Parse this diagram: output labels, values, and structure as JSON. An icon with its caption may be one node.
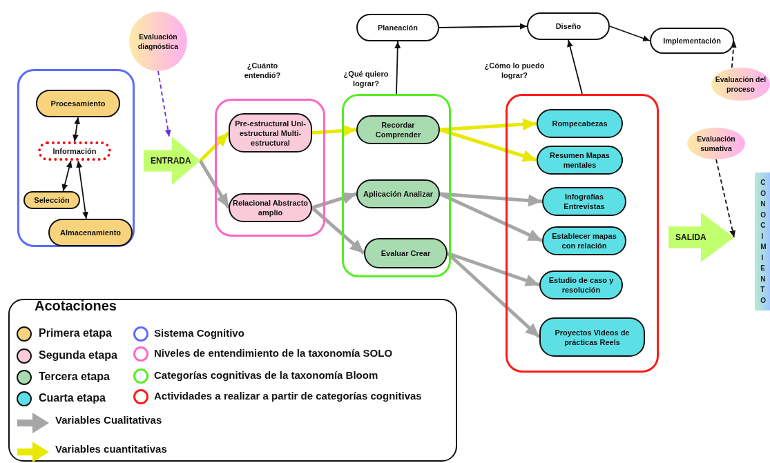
{
  "diagram": {
    "nodes": [
      {
        "text": [],
        "shape": "box"
      },
      {
        "text": [
          "Procesamiento"
        ],
        "in": 0
      },
      {
        "text": [
          "Información"
        ],
        "in": 0
      },
      {
        "text": [
          "Selección"
        ],
        "in": 0
      },
      {
        "text": [
          "Almacenamiento"
        ],
        "in": 0
      },
      {
        "text": [
          "Evaluación diagnóstica"
        ]
      },
      {
        "text": [
          "ENTRADA"
        ]
      },
      {
        "text": [],
        "shape": "box"
      },
      {
        "text": [
          "Pre-estructural Uni-estructural Multi-estructural"
        ],
        "in": 7
      },
      {
        "text": [
          "Relacional Abstracto amplio"
        ],
        "in": 7
      },
      {
        "text": [],
        "shape": "box"
      },
      {
        "text": [
          "Recordar Comprender"
        ],
        "in": 10
      },
      {
        "text": [
          "Aplicación Analizar"
        ],
        "in": 10
      },
      {
        "text": [
          "Evaluar Crear"
        ],
        "in": 10
      },
      {
        "text": [
          "Planeación"
        ]
      },
      {
        "text": [
          "Diseño"
        ]
      },
      {
        "text": [
          "Implementación"
        ]
      },
      {
        "text": [
          "Evaluación del proceso"
        ]
      },
      {
        "text": [],
        "shape": "box"
      },
      {
        "text": [
          "Rompecabezas"
        ],
        "in": 18
      },
      {
        "text": [
          "Resumen Mapas mentales"
        ],
        "in": 18
      },
      {
        "text": [
          "Infografías Entrevistas"
        ],
        "in": 18
      },
      {
        "text": [
          "Establecer mapas con relación"
        ],
        "in": 18
      },
      {
        "text": [
          "Estudio de caso y resolución"
        ],
        "in": 18
      },
      {
        "text": [
          "Proyectos Videos de prácticas Reels"
        ],
        "in": 18
      },
      {
        "text": [
          "Evaluación sumativa"
        ]
      },
      {
        "text": [
          "SALIDA"
        ]
      },
      {
        "text": [
          "CONOCIMIENTO"
        ]
      }
    ],
    "edges": [
      {
        "from": 1,
        "to": 2,
        "arrow": "both"
      },
      {
        "from": 2,
        "to": 3,
        "arrow": "both"
      },
      {
        "from": 2,
        "to": 4,
        "arrow": "both"
      },
      {
        "from": 5,
        "to": 6,
        "arrow": "to",
        "style": "dashed",
        "color": "#6a2ee8"
      },
      {
        "from": 6,
        "to": 8,
        "arrow": "to",
        "color": "#e8e800"
      },
      {
        "from": 6,
        "to": 9,
        "arrow": "to",
        "color": "#a6a6a6"
      },
      {
        "from": 8,
        "to": 11,
        "arrow": "to",
        "color": "#e8e800"
      },
      {
        "from": 9,
        "to": 12,
        "arrow": "to",
        "color": "#a6a6a6"
      },
      {
        "from": 9,
        "to": 13,
        "arrow": "to",
        "color": "#a6a6a6"
      },
      {
        "from": 11,
        "to": 19,
        "arrow": "to",
        "color": "#e8e800"
      },
      {
        "from": 11,
        "to": 20,
        "arrow": "to",
        "color": "#e8e800"
      },
      {
        "from": 12,
        "to": 21,
        "arrow": "to",
        "color": "#a6a6a6"
      },
      {
        "from": 12,
        "to": 22,
        "arrow": "to",
        "color": "#a6a6a6"
      },
      {
        "from": 13,
        "to": 23,
        "arrow": "to",
        "color": "#a6a6a6"
      },
      {
        "from": 13,
        "to": 24,
        "arrow": "to",
        "color": "#a6a6a6"
      },
      {
        "from": 10,
        "to": 14,
        "arrow": "to"
      },
      {
        "from": 18,
        "to": 15,
        "arrow": "to"
      },
      {
        "from": 14,
        "to": 15,
        "arrow": "to"
      },
      {
        "from": 15,
        "to": 16,
        "arrow": "to"
      },
      {
        "from": 17,
        "to": 16,
        "arrow": "to",
        "style": "dashed"
      },
      {
        "from": 25,
        "to": 26,
        "arrow": "to",
        "style": "dashed"
      }
    ],
    "labels": [
      "¿Cuánto entendió?",
      "¿Qué quiero lograr?",
      "¿Cómo lo puedo lograr?",
      "Acotaciones"
    ],
    "legend": [
      {
        "text": "Primera etapa",
        "color": "#f7d37e"
      },
      {
        "text": "Segunda etapa",
        "color": "#f9cad8"
      },
      {
        "text": "Tercera etapa",
        "color": "#a8dbb0"
      },
      {
        "text": "Cuarta etapa",
        "color": "#5ce0e6"
      },
      {
        "text": "Sistema Cognitivo",
        "color": "#5b6cff"
      },
      {
        "text": "Niveles de entendimiento de la taxonomía SOLO",
        "color": "#ff66c4"
      },
      {
        "text": "Categorías cognitivas de la taxonomía Bloom",
        "color": "#55ee22"
      },
      {
        "text": "Actividades a realizar a partir de categorías cognitivas",
        "color": "#ff1a1a"
      },
      {
        "text": "Variables Cualitativas",
        "color": "#a6a6a6"
      },
      {
        "text": "Variables cuantitativas",
        "color": "#e8e800"
      }
    ]
  }
}
